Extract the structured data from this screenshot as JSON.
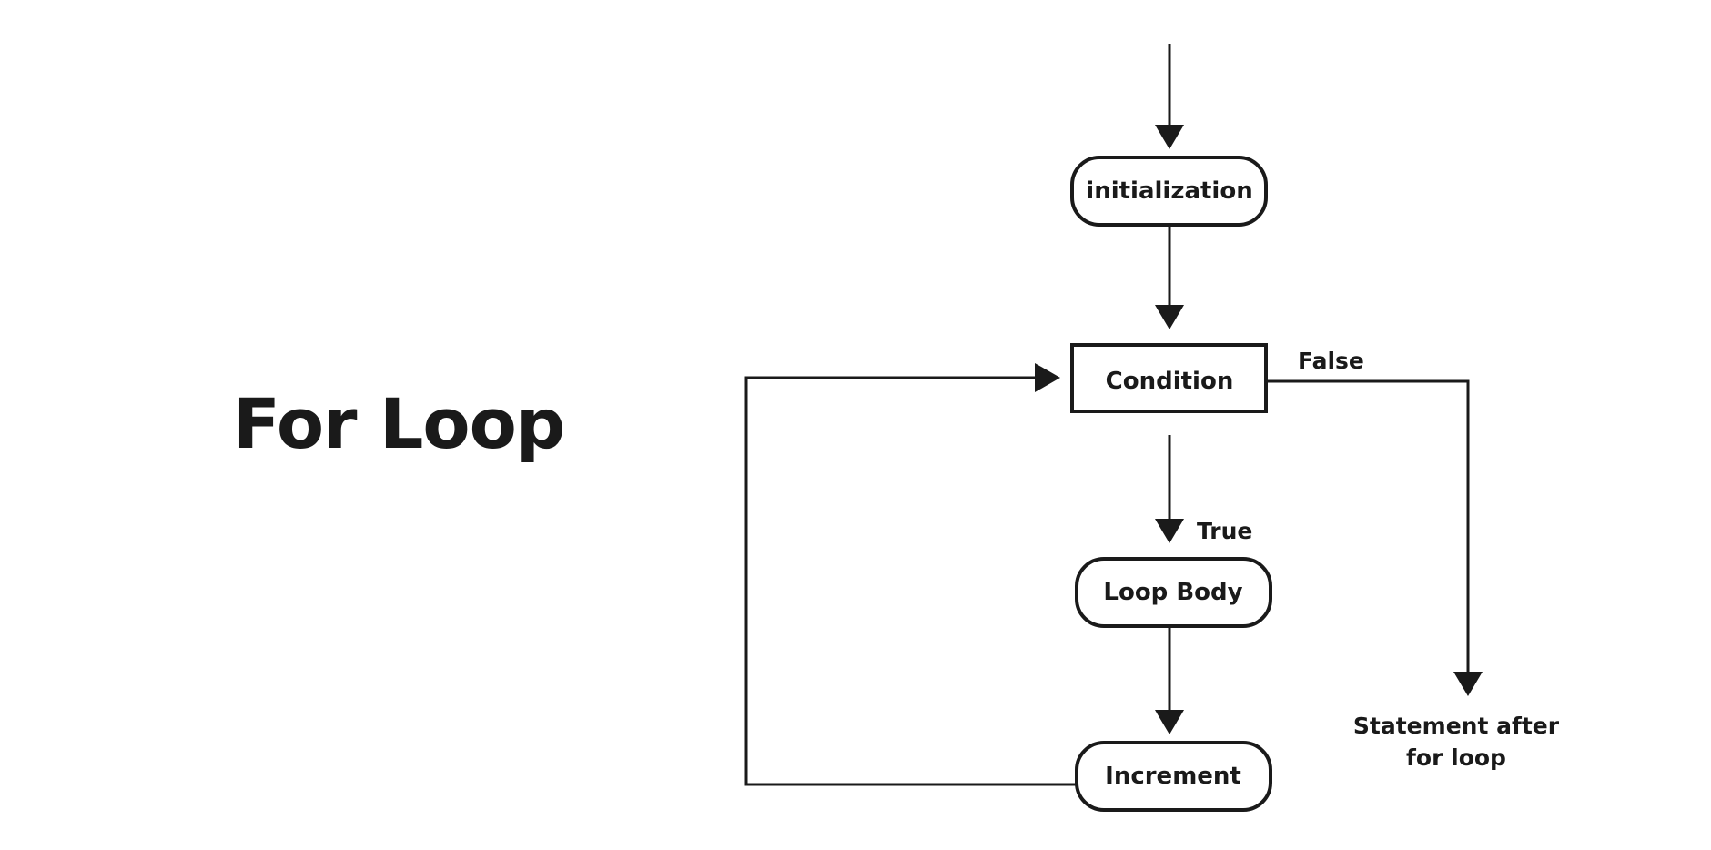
{
  "title": "For Loop",
  "nodes": {
    "initialization": "initialization",
    "condition": "Condition",
    "loop_body": "Loop Body",
    "increment": "Increment",
    "statement_after": [
      "Statement after",
      "for loop"
    ]
  },
  "edge_labels": {
    "false": "False",
    "true": "True"
  },
  "colors": {
    "stroke": "#1a1a1a",
    "text": "#1a1a1a",
    "background": "#ffffff"
  }
}
